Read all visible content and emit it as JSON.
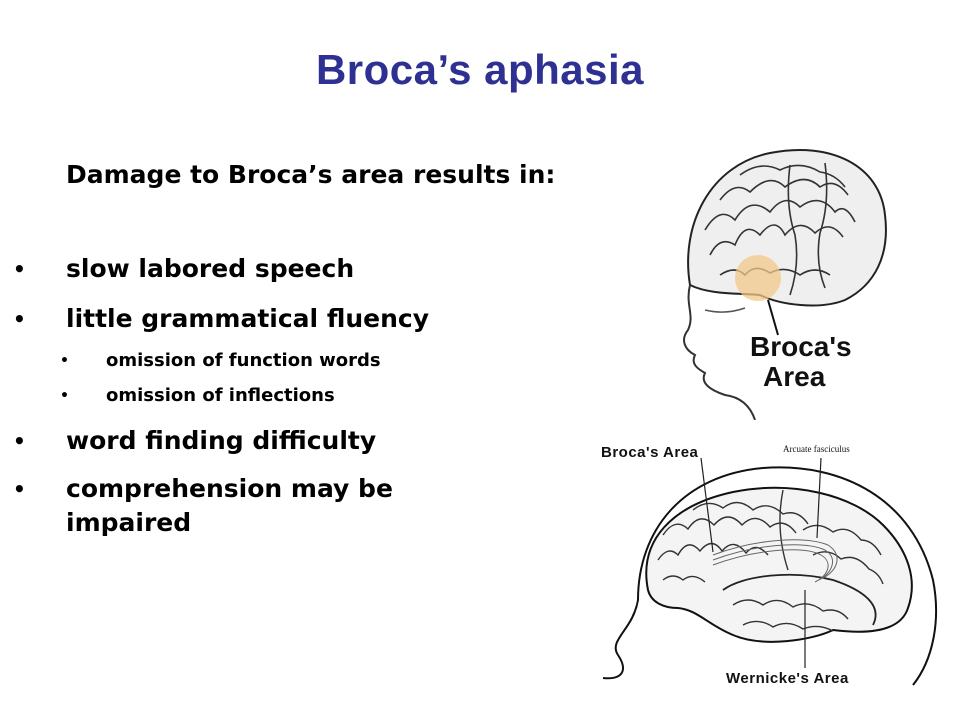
{
  "slide": {
    "title": "Broca’s aphasia",
    "intro": "Damage to Broca’s area results in:",
    "bullets": [
      {
        "level": 1,
        "text": "slow labored speech"
      },
      {
        "level": 1,
        "text": "little grammatical fluency"
      },
      {
        "level": 2,
        "text": "omission of function words"
      },
      {
        "level": 2,
        "text": "omission of inflections"
      },
      {
        "level": 1,
        "text": "word finding difficulty"
      },
      {
        "level": 1,
        "text": "comprehension may be impaired"
      }
    ],
    "bullet_glyph": "•",
    "title_color": "#2e3192",
    "highlight_color": "#f2c98a"
  },
  "figures": {
    "head_diagram": {
      "label_line1": "Broca's",
      "label_line2": "Area"
    },
    "brain_diagram": {
      "label_broca": "Broca's Area",
      "label_arcuate": "Arcuate fasciculus",
      "label_wernicke": "Wernicke's Area"
    }
  }
}
